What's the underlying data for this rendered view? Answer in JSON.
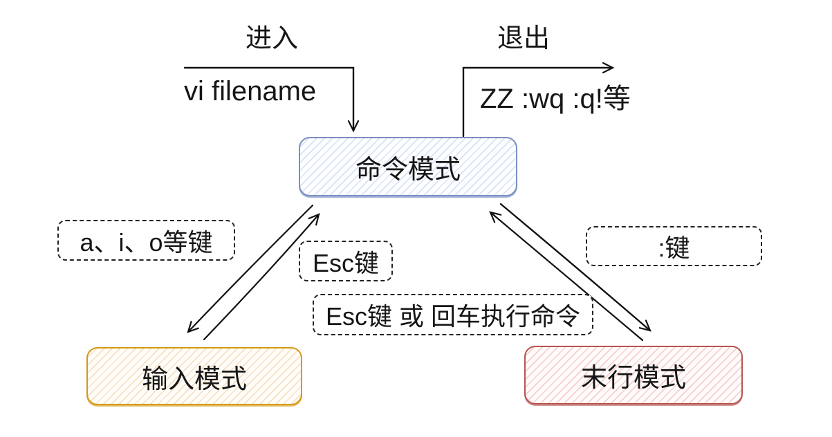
{
  "diagram": {
    "title_hint": "vi editor mode transition diagram",
    "top_left": {
      "label": "进入",
      "caption": "vi filename"
    },
    "top_right": {
      "label": "退出",
      "caption": "ZZ :wq :q!等"
    },
    "nodes": {
      "command": {
        "label": "命令模式"
      },
      "input": {
        "label": "输入模式"
      },
      "lastline": {
        "label": "末行模式"
      }
    },
    "edges": {
      "aio": {
        "label": "a、i、o等键"
      },
      "esc": {
        "label": "Esc键"
      },
      "colon": {
        "label": ":键"
      },
      "esc_or_enter": {
        "label": "Esc键 或 回车执行命令"
      }
    },
    "colors": {
      "command_border": "#7b8fc0",
      "command_hatch": "#d9e2f5",
      "input_border": "#d49a12",
      "input_hatch": "#f8e0c2",
      "lastline_border": "#b85450",
      "lastline_hatch": "#f5cfcc",
      "dashed_border": "#222222",
      "arrow": "#111111",
      "background": "#ffffff"
    }
  }
}
